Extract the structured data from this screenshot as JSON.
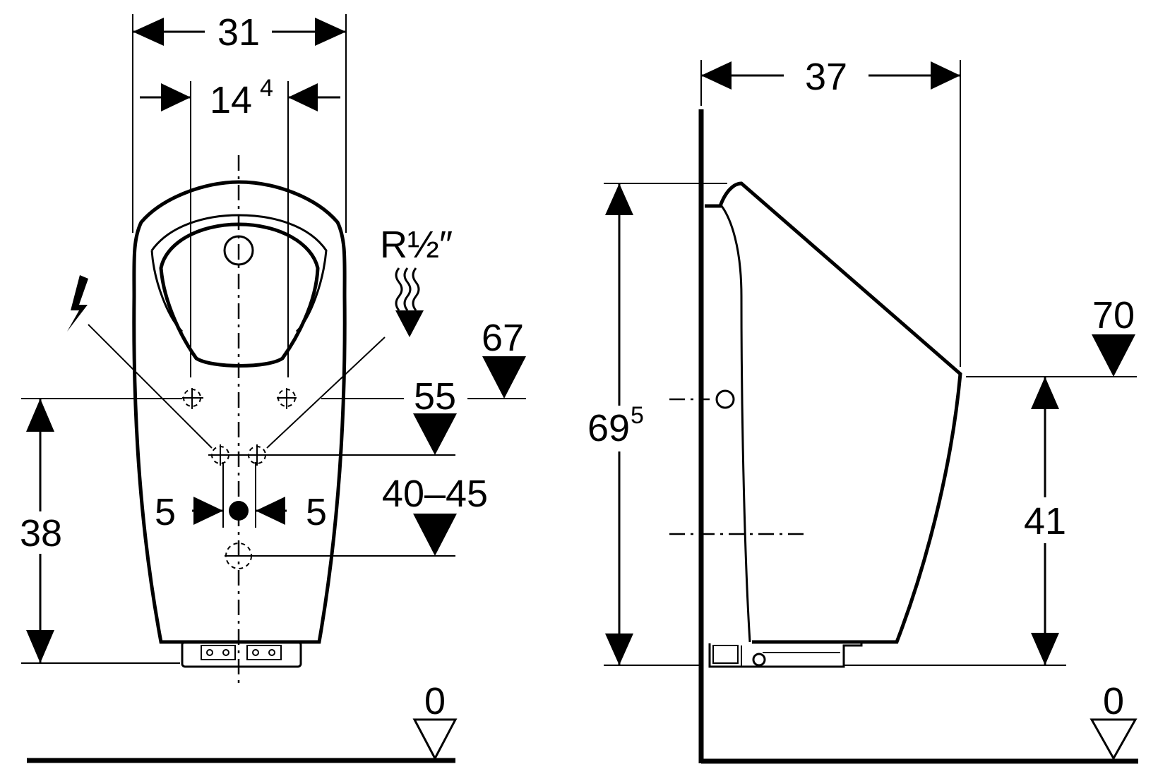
{
  "front_view": {
    "width_overall": "31",
    "width_inner_main": "14",
    "width_inner_sup": "4",
    "thread_label": "R½″",
    "level_67": "67",
    "level_55": "55",
    "level_40_45": "40–45",
    "offset_left": "5",
    "offset_right": "5",
    "height_38": "38",
    "floor_zero": "0"
  },
  "side_view": {
    "depth": "37",
    "height_main": "69",
    "height_sup": "5",
    "level_70": "70",
    "height_41": "41",
    "floor_zero": "0"
  }
}
